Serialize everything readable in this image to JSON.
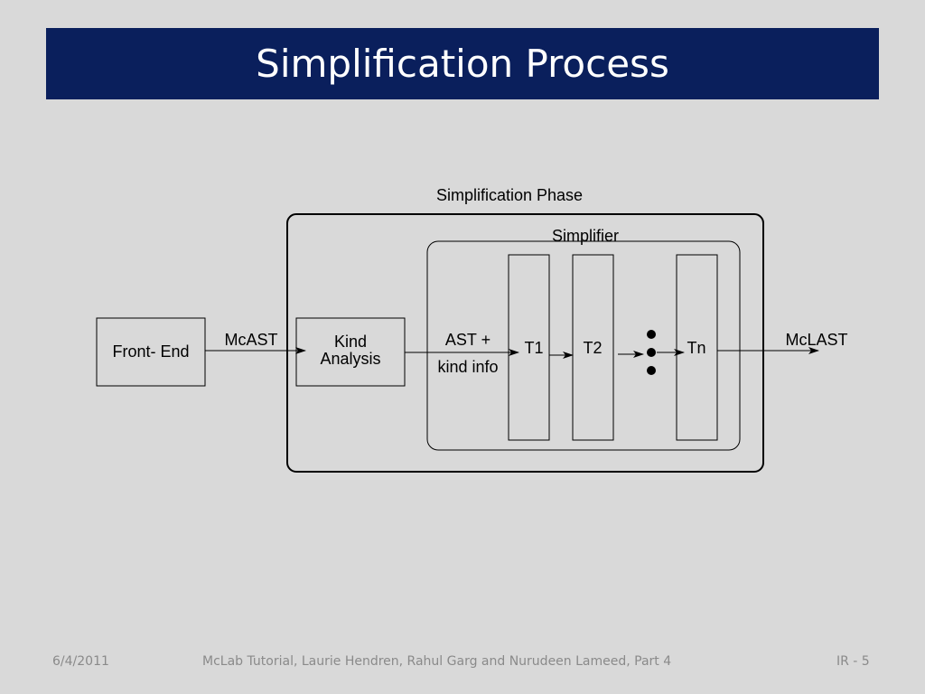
{
  "slide": {
    "title": "Simplification Process",
    "title_bar_color": "#0a1f5c"
  },
  "diagram": {
    "phase_label": "Simplification Phase",
    "simplifier_label": "Simplifier",
    "front_end": "Front- End",
    "mcast_label": "McAST",
    "kind_analysis_line1": "Kind",
    "kind_analysis_line2": "Analysis",
    "ast_label_line1": "AST +",
    "ast_label_line2": "kind info",
    "t1": "T1",
    "t2": "T2",
    "tn": "Tn",
    "mclast_label": "McLAST"
  },
  "footer": {
    "date": "6/4/2011",
    "credits": "McLab Tutorial,  Laurie Hendren, Rahul Garg and Nurudeen Lameed, Part 4",
    "slide_number": "IR - 5"
  }
}
